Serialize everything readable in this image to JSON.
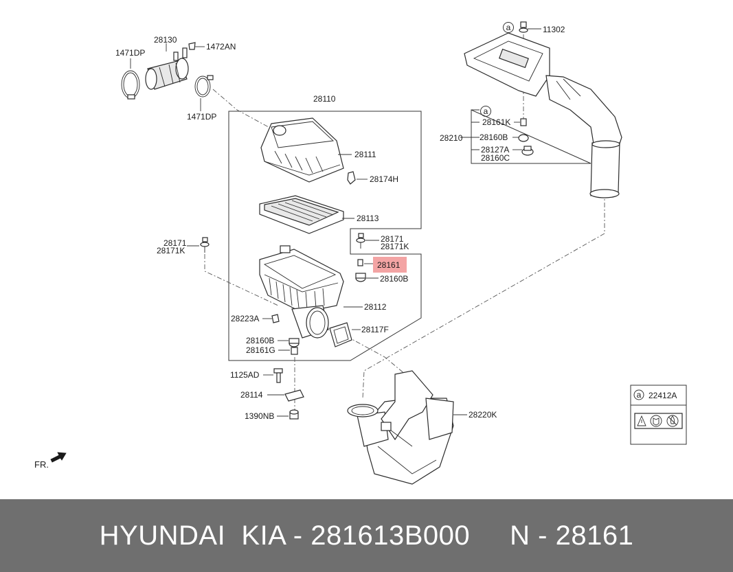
{
  "labels": {
    "p28130": "28130",
    "p1471dp_top": "1471DP",
    "p1472an": "1472AN",
    "p1471dp_bottom": "1471DP",
    "p28110": "28110",
    "p28111": "28111",
    "p28174h": "28174H",
    "p28113": "28113",
    "p28171_right": "28171",
    "p28171k_right": "28171K",
    "p28161_highlight": "28161",
    "p28160b_right": "28160B",
    "p28112": "28112",
    "p28117f": "28117F",
    "p28171_left": "28171",
    "p28171k_left": "28171K",
    "p28223a": "28223A",
    "p28160b_left": "28160B",
    "p28161g": "28161G",
    "p1125ad": "1125AD",
    "p28114": "28114",
    "p1390nb": "1390NB",
    "p11302": "11302",
    "p28161k": "28161K",
    "p28210": "28210",
    "p28160b_top": "28160B",
    "p28127a": "28127A",
    "p28160c": "28160C",
    "p28220k": "28220K",
    "p22412a": "22412A",
    "ref_a": "a",
    "fr": "FR."
  },
  "footer": {
    "text": "HYUNDAI  KIA - 281613B000     N - 28161"
  },
  "colors": {
    "highlight": "#f29a9a",
    "footer_bg": "#6f6f6f",
    "footer_text": "#ffffff"
  }
}
